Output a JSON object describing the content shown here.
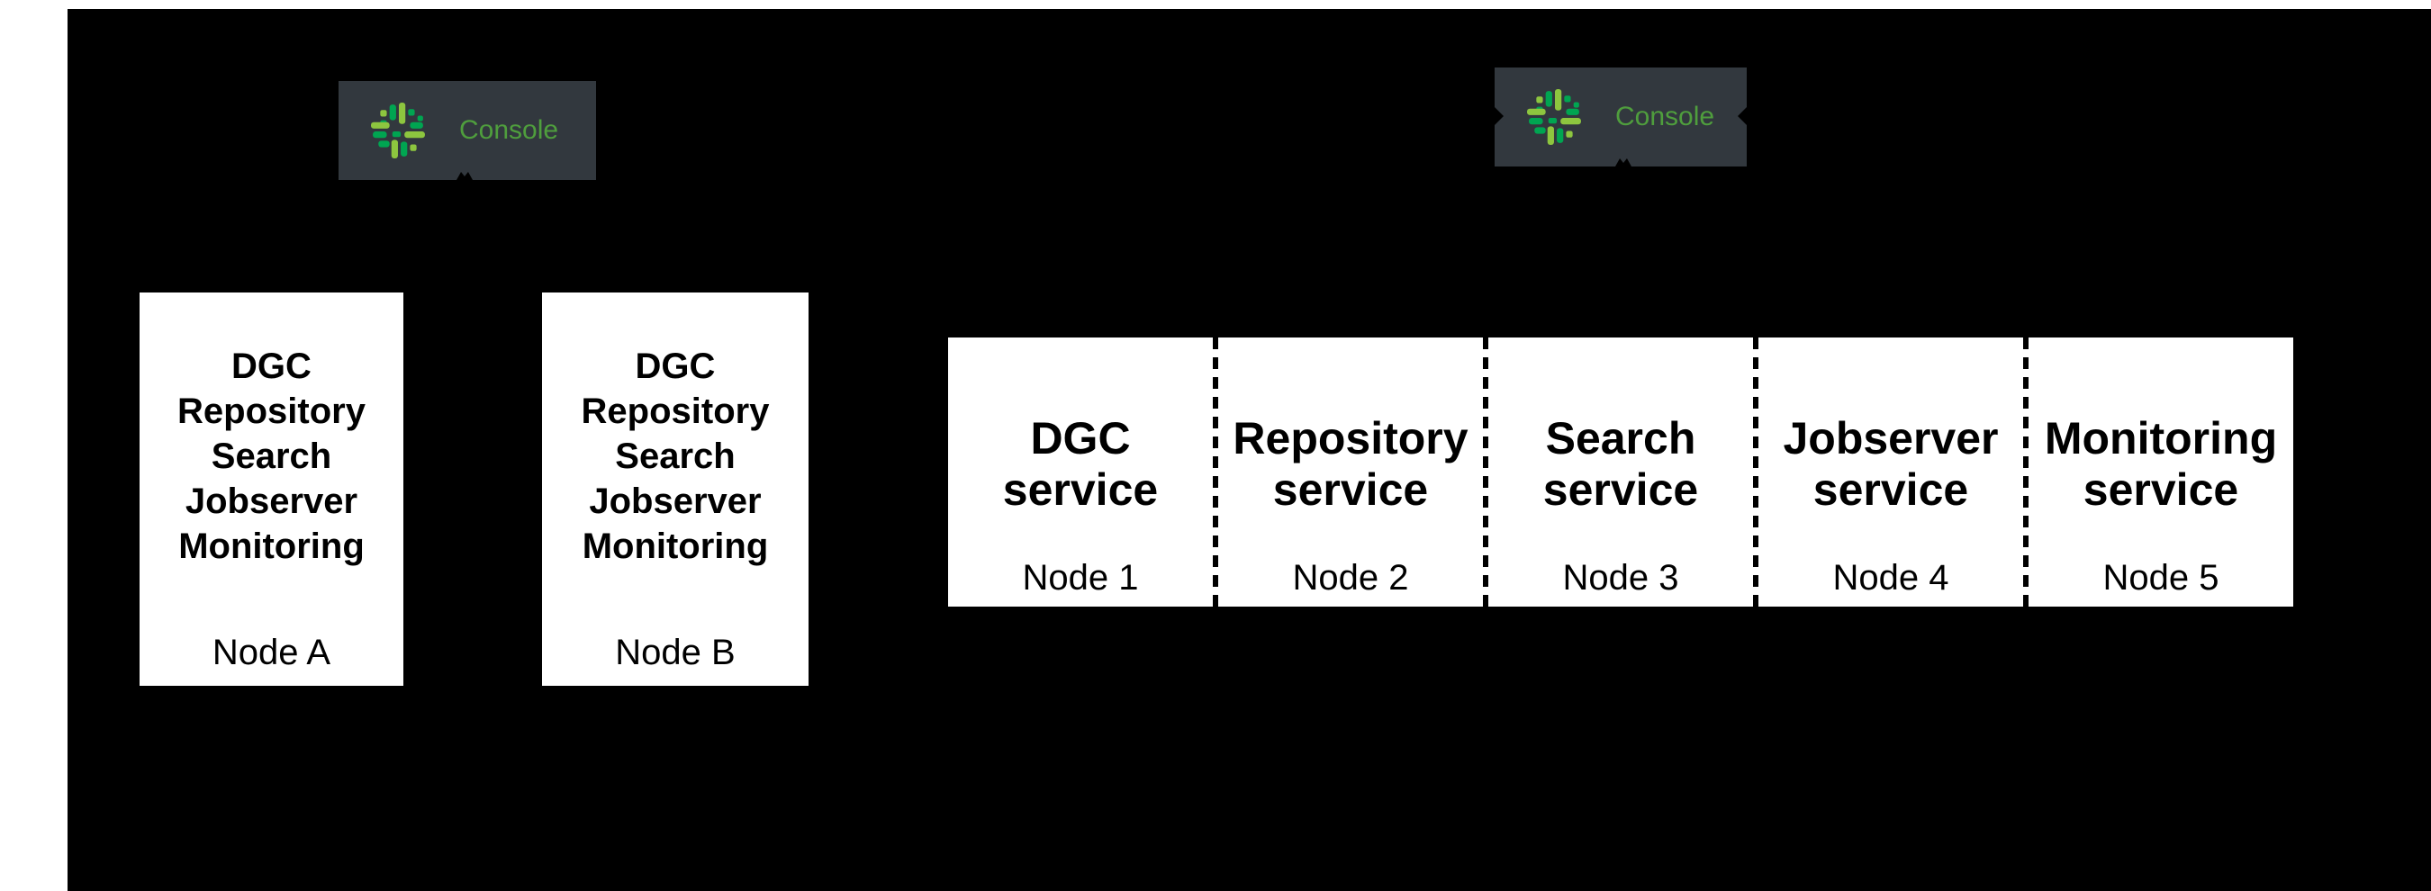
{
  "colors": {
    "canvas_background": "#000000",
    "page_background": "#ffffff",
    "box_background": "#ffffff",
    "box_text": "#000000",
    "console_badge_background": "#32383e",
    "console_text_green": "#4f9e3d",
    "logo_green_light": "#8dc63f",
    "logo_green_dark": "#00a551"
  },
  "icons": {
    "console_logo": "console-logo-icon"
  },
  "consoles": [
    "Console",
    "Console"
  ],
  "node_groups": [
    {
      "services": [
        "DGC",
        "Repository",
        "Search",
        "Jobserver",
        "Monitoring"
      ],
      "node_label": "Node A"
    },
    {
      "services": [
        "DGC",
        "Repository",
        "Search",
        "Jobserver",
        "Monitoring"
      ],
      "node_label": "Node B"
    }
  ],
  "service_row": {
    "cells": [
      {
        "name": "DGC",
        "label": "service",
        "node": "Node 1"
      },
      {
        "name": "Repository",
        "label": "service",
        "node": "Node 2"
      },
      {
        "name": "Search",
        "label": "service",
        "node": "Node 3"
      },
      {
        "name": "Jobserver",
        "label": "service",
        "node": "Node 4"
      },
      {
        "name": "Monitoring",
        "label": "service",
        "node": "Node 5"
      }
    ]
  }
}
